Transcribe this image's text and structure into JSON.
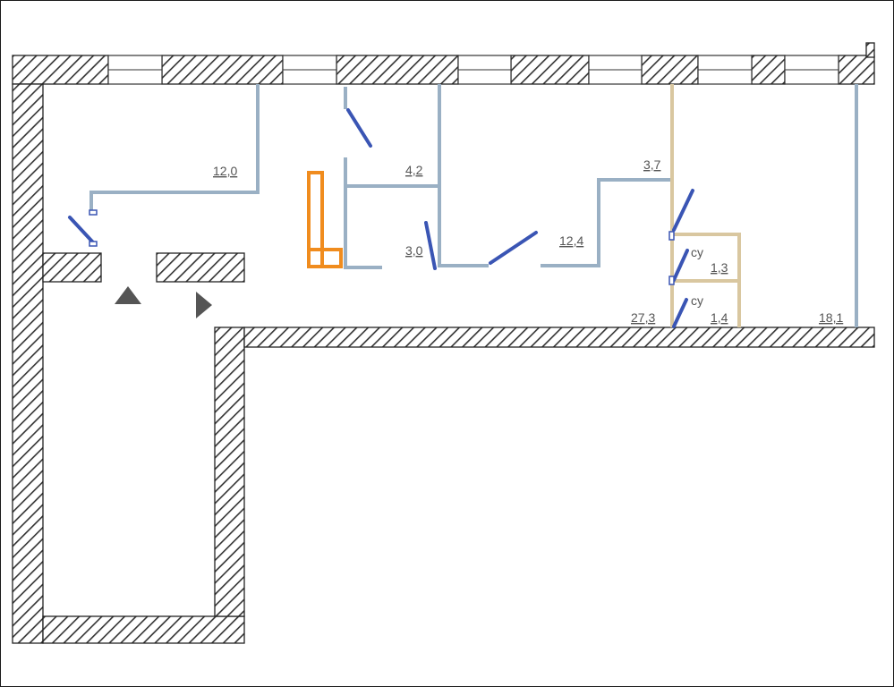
{
  "plan": {
    "colors": {
      "wall_hatch": "#333333",
      "partition": "#9ab0c4",
      "door": "#3a55b4",
      "wet_zone": "#d9c7a0",
      "fixture": "#f08c1e",
      "entrance_marker": "#555555"
    },
    "rooms": [
      {
        "id": "room-a",
        "area": "12,0"
      },
      {
        "id": "room-b",
        "area": "4,2"
      },
      {
        "id": "room-c",
        "area": "3,0"
      },
      {
        "id": "room-d",
        "area": "3,7"
      },
      {
        "id": "room-e",
        "area": "12,4"
      },
      {
        "id": "room-f",
        "area": "1,3"
      },
      {
        "id": "room-g",
        "area": "1,4"
      },
      {
        "id": "room-h",
        "area": "27,3"
      },
      {
        "id": "room-i",
        "area": "18,1"
      }
    ],
    "bathroom_labels": [
      "су",
      "су"
    ]
  }
}
